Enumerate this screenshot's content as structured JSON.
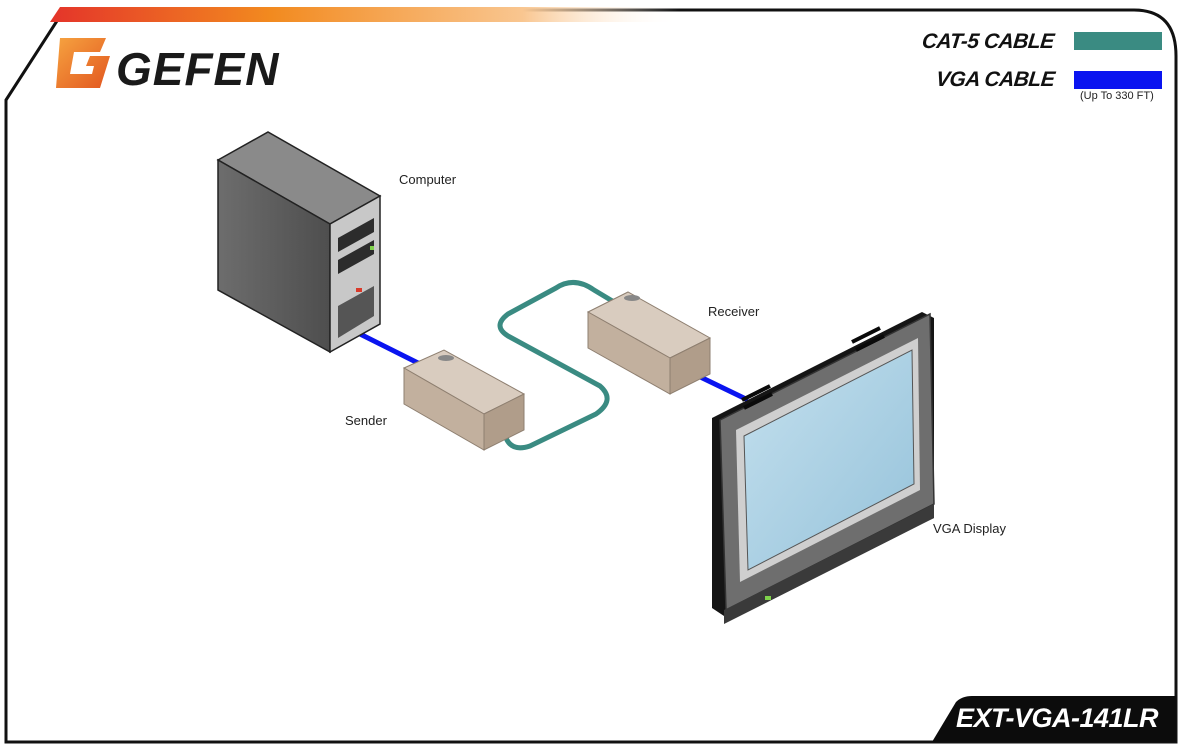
{
  "brand": {
    "name": "GEFEN",
    "accent": "#f07a21"
  },
  "model": "EXT-VGA-141LR",
  "legend": [
    {
      "label": "CAT-5 CABLE",
      "color": "#3a8b82",
      "note": ""
    },
    {
      "label": "VGA CABLE",
      "color": "#0a14f0",
      "note": "(Up To 330 FT)"
    }
  ],
  "devices": {
    "computer": "Computer",
    "sender": "Sender",
    "receiver": "Receiver",
    "display": "VGA Display"
  },
  "colors": {
    "cat5": "#3a8b82",
    "vga": "#0a14f0",
    "box": "#c9b8a6",
    "screen": "#a9cfe3",
    "frame": "#111111"
  }
}
